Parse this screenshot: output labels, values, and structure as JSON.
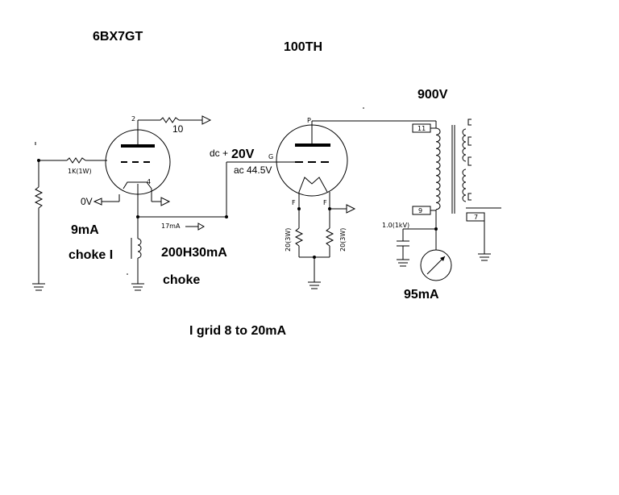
{
  "labels": {
    "tube1": "6BX7GT",
    "tube2": "100TH",
    "hv": "900V",
    "i_9ma": "9mA",
    "choke_i": "choke I",
    "choke_spec": "200H30mA",
    "choke": "choke",
    "i_95ma": "95mA",
    "igrid": "I grid 8 to 20mA",
    "dc_prefix": "dc +",
    "v20": "20V",
    "ac": "ac 44.5V",
    "g": "G",
    "p": "P",
    "f1": "F",
    "f2": "F",
    "pin2": "2",
    "pin4": "4",
    "r10": "10",
    "r1k": "1K(1W)",
    "ov": "0V",
    "i17": "17mA",
    "r20a": "20(3W)",
    "r20b": "20(3W)",
    "cap": "1.0(1kV)",
    "t11": "11",
    "t9": "9",
    "t7": "7"
  }
}
